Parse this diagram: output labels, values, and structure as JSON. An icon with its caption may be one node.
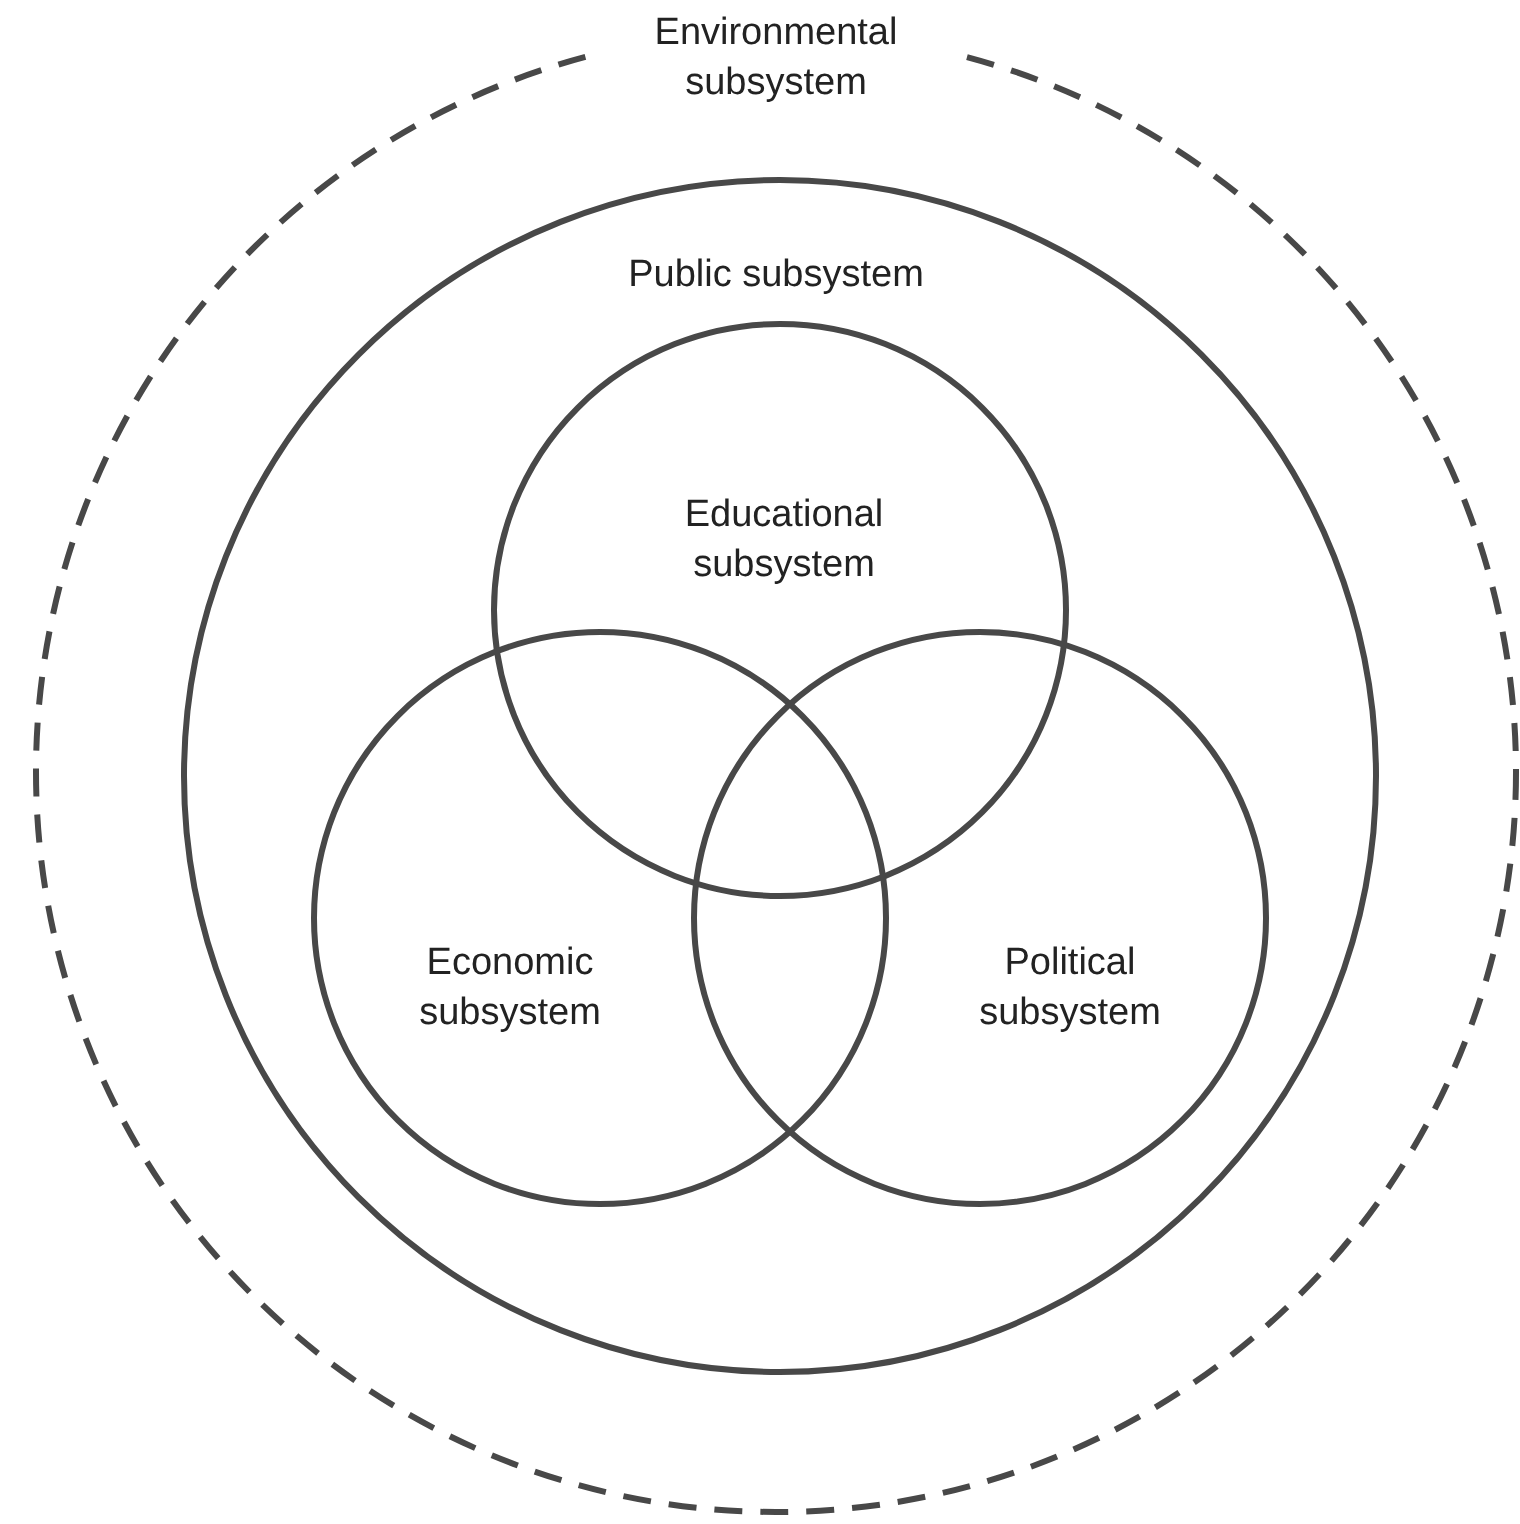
{
  "diagram": {
    "nodes": [
      {
        "text": [
          "Environmental subsystem"
        ]
      },
      {
        "text": [
          "Public subsystem"
        ],
        "in": 0
      },
      {
        "text": [
          "Educational subsystem"
        ],
        "in": 1
      },
      {
        "text": [
          "Economic subsystem"
        ],
        "in": 1
      },
      {
        "text": [
          "Political subsystem"
        ],
        "in": 1
      }
    ]
  }
}
